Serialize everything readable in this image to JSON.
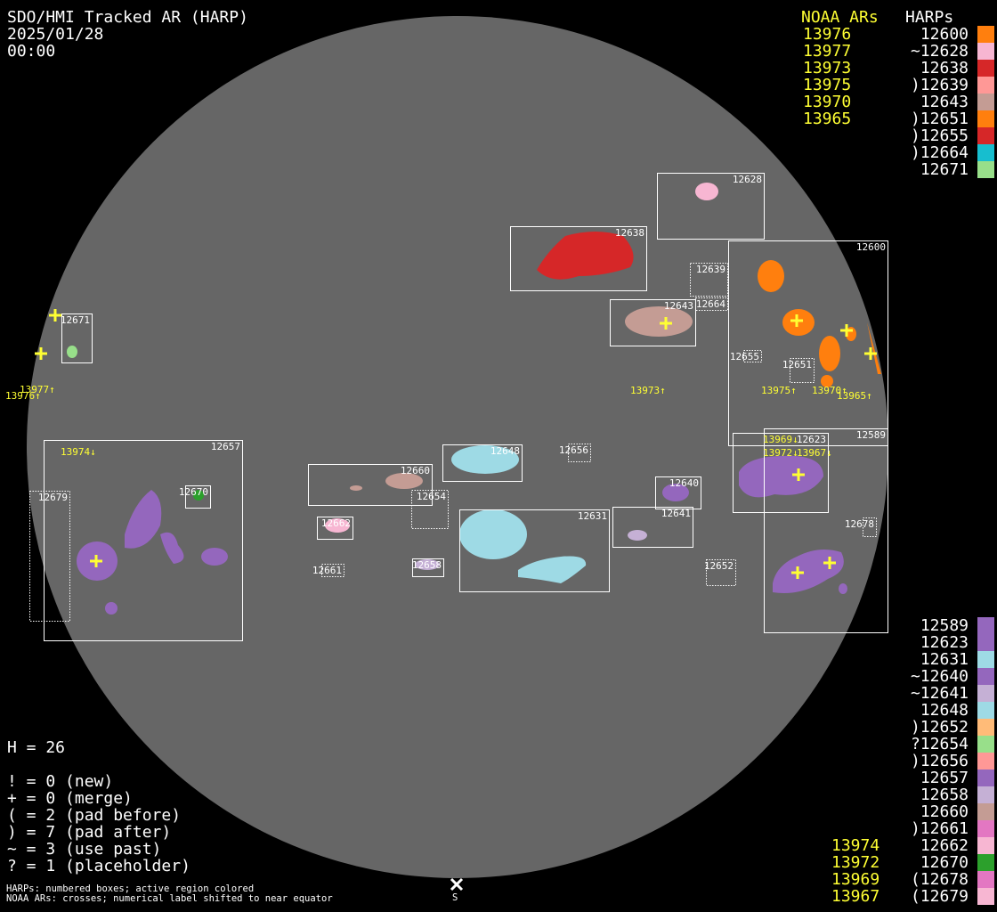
{
  "header": {
    "title": "SDO/HMI Tracked AR (HARP)",
    "date": "2025/01/28",
    "time": "00:00"
  },
  "legend_top": {
    "noaa_heading": "NOAA ARs",
    "harp_heading": "HARPs",
    "noaa": [
      "13976",
      "13977",
      "13973",
      "13975",
      "13970",
      "13965"
    ],
    "harps": [
      {
        "label": "12600",
        "color": "#ff7f0e"
      },
      {
        "label": "~12628",
        "color": "#f7b6d2"
      },
      {
        "label": "12638",
        "color": "#d62728"
      },
      {
        "label": ")12639",
        "color": "#ff9896"
      },
      {
        "label": "12643",
        "color": "#c49c94"
      },
      {
        "label": ")12651",
        "color": "#ff7f0e"
      },
      {
        "label": ")12655",
        "color": "#d62728"
      },
      {
        "label": ")12664",
        "color": "#17becf"
      },
      {
        "label": "12671",
        "color": "#98df8a"
      }
    ]
  },
  "legend_bottom": {
    "noaa": [
      "13974",
      "13972",
      "13969",
      "13967"
    ],
    "harps": [
      {
        "label": "12589",
        "color": "#9467bd"
      },
      {
        "label": "12623",
        "color": "#9467bd"
      },
      {
        "label": "12631",
        "color": "#9edae5"
      },
      {
        "label": "~12640",
        "color": "#9467bd"
      },
      {
        "label": "~12641",
        "color": "#c5b0d5"
      },
      {
        "label": "12648",
        "color": "#9edae5"
      },
      {
        "label": ")12652",
        "color": "#ffbb78"
      },
      {
        "label": "?12654",
        "color": "#98df8a"
      },
      {
        "label": ")12656",
        "color": "#ff9896"
      },
      {
        "label": "12657",
        "color": "#9467bd"
      },
      {
        "label": "12658",
        "color": "#c5b0d5"
      },
      {
        "label": "12660",
        "color": "#c49c94"
      },
      {
        "label": ")12661",
        "color": "#e377c2"
      },
      {
        "label": "12662",
        "color": "#f7b6d2"
      },
      {
        "label": "12670",
        "color": "#2ca02c"
      },
      {
        "label": "(12678",
        "color": "#e377c2"
      },
      {
        "label": "(12679",
        "color": "#f7b6d2"
      }
    ]
  },
  "stats": {
    "h": "H = 26",
    "lines": [
      "! = 0 (new)",
      "+ = 0 (merge)",
      "( = 2 (pad before)",
      ") = 7 (pad after)",
      "~ = 3 (use past)",
      "? = 1 (placeholder)"
    ]
  },
  "notes": [
    "HARPs: numbered boxes; active region colored",
    "NOAA ARs: crosses; numerical label shifted to near equator"
  ],
  "south_marker": "S",
  "disk": {
    "harp_boxes": [
      "12628",
      "12638",
      "12600",
      "12639",
      "12664",
      "12643",
      "12671",
      "12655",
      "12651",
      "12657",
      "12589",
      "12623",
      "12648",
      "12656",
      "12660",
      "12670",
      "12679",
      "12640",
      "12654",
      "12631",
      "12641",
      "12662",
      "12678",
      "12658",
      "12661",
      "12652"
    ],
    "noaa_labels": [
      "13976↑",
      "13977↑",
      "13973↑",
      "13975↑",
      "13970↑",
      "13965↑",
      "13974↓",
      "13969↓",
      "13972↓",
      "13967↓"
    ]
  },
  "colors": {
    "disk": "#666666",
    "noaa": "#ffff33",
    "box": "#ffffff"
  }
}
